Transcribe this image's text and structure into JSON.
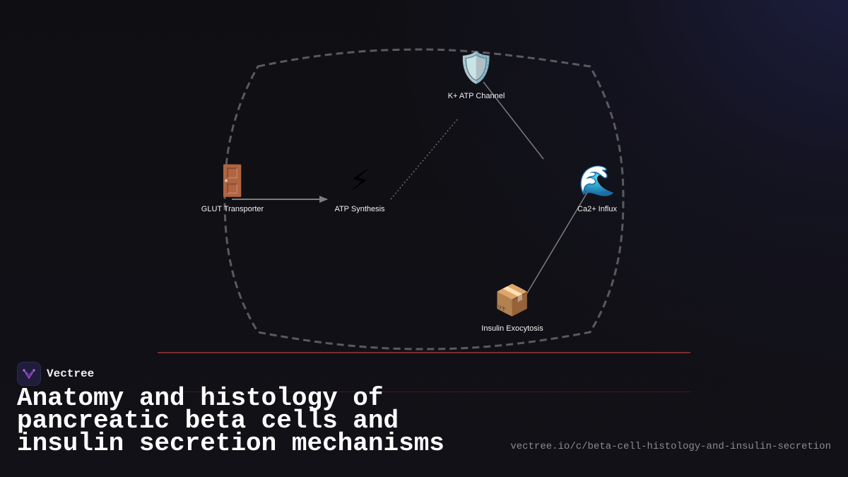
{
  "colors": {
    "background": "#111015",
    "accent_line": "#7a2a2e",
    "connector": "#8a8a8a",
    "boundary": "#5a5a5e",
    "brand_logo": "#1f1d3a",
    "brand_mark": "#a34fd6"
  },
  "diagram": {
    "nodes": [
      {
        "id": "glut",
        "icon": "door-icon",
        "glyph": "🚪",
        "label": "GLUT Transporter"
      },
      {
        "id": "atp",
        "icon": "lightning-icon",
        "glyph": "⚡",
        "label": "ATP Synthesis"
      },
      {
        "id": "katp",
        "icon": "shield-icon",
        "glyph": "🛡️",
        "label": "K+ ATP Channel"
      },
      {
        "id": "ca",
        "icon": "wave-icon",
        "glyph": "🌊",
        "label": "Ca2+ Influx"
      },
      {
        "id": "insulin",
        "icon": "package-icon",
        "glyph": "📦",
        "label": "Insulin Exocytosis"
      }
    ],
    "edges": [
      {
        "from": "glut",
        "to": "atp",
        "style": "solid-arrow"
      },
      {
        "from": "atp",
        "to": "katp",
        "style": "dotted"
      },
      {
        "from": "katp",
        "to": "ca",
        "style": "solid"
      },
      {
        "from": "ca",
        "to": "insulin",
        "style": "solid"
      }
    ]
  },
  "brand": {
    "name": "Vectree",
    "logo_icon": "vectree-logo-icon"
  },
  "title": "Anatomy and histology of pancreatic beta cells and insulin secretion mechanisms",
  "url": "vectree.io/c/beta-cell-histology-and-insulin-secretion"
}
